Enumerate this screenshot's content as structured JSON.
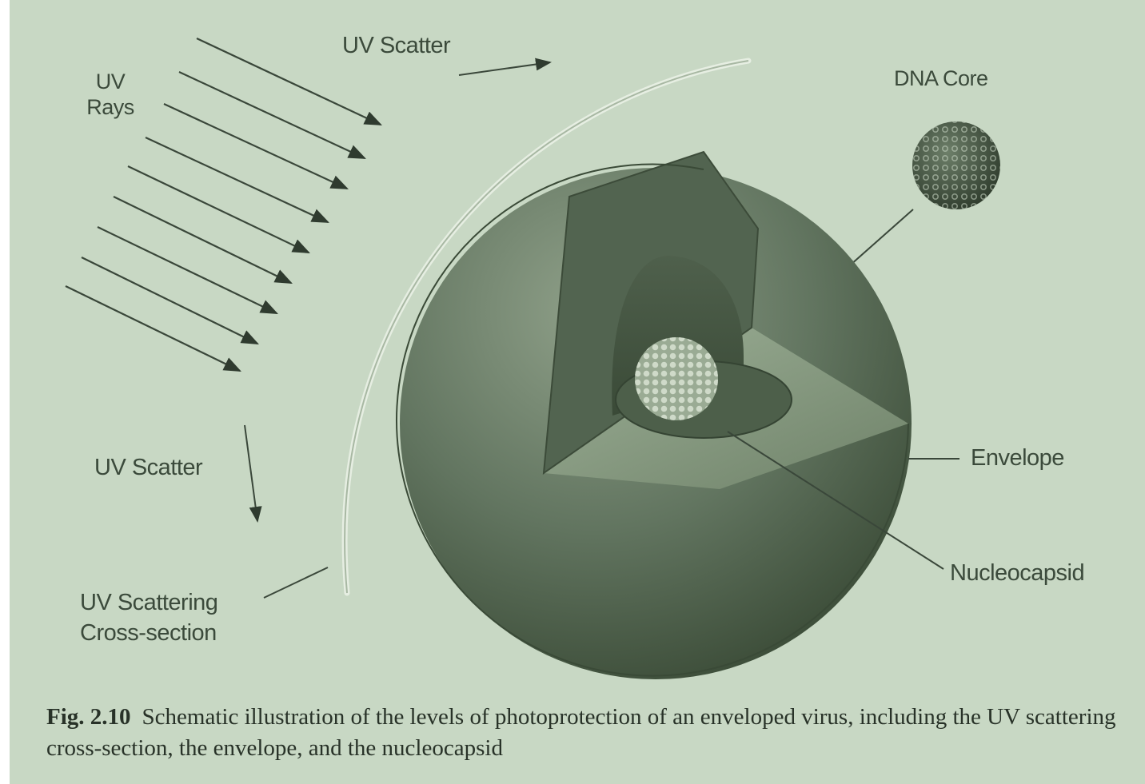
{
  "labels": {
    "uv_rays": "UV\nRays",
    "uv_scatter_top": "UV Scatter",
    "uv_scatter_left": "UV Scatter",
    "dna_core": "DNA Core",
    "uv_cross_section": "UV Scattering\nCross-section",
    "envelope": "Envelope",
    "nucleocapsid": "Nucleocapsid"
  },
  "caption": {
    "number": "Fig. 2.10",
    "text": "Schematic illustration of the levels of photoprotection of an enveloped virus, including the UV scattering cross-section, the envelope, and the nucleocapsid"
  },
  "colors": {
    "background": "#c7d8c3",
    "sphere_dark": "#3e4f3c",
    "sphere_light": "#90a28a",
    "text": "#3b4a3b"
  }
}
